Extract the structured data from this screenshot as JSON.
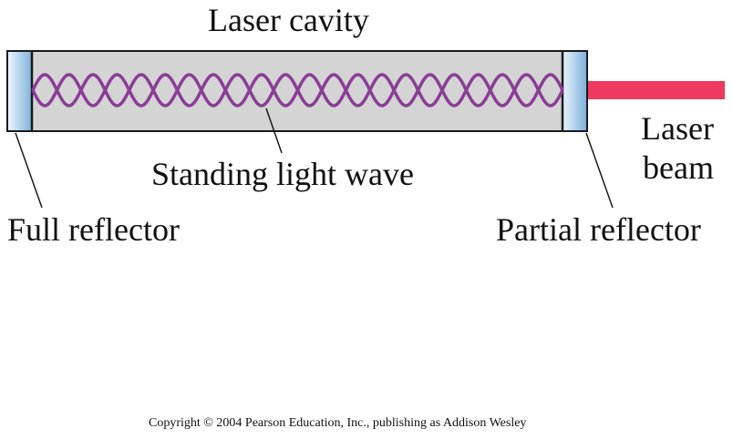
{
  "labels": {
    "cavity": "Laser cavity",
    "wave": "Standing light wave",
    "full_reflector": "Full reflector",
    "partial_reflector": "Partial reflector",
    "beam_line1": "Laser",
    "beam_line2": "beam"
  },
  "copyright": "Copyright © 2004 Pearson Education, Inc., publishing as Addison Wesley",
  "colors": {
    "cavity_fill": "#d4d4d4",
    "cavity_border": "#1a1a1a",
    "wave": "#8a3d96",
    "beam": "#ee3a5e",
    "reflector_light": "#eaf4fc",
    "reflector_dark": "#7fb2dc"
  },
  "wave": {
    "cycles": 11
  }
}
